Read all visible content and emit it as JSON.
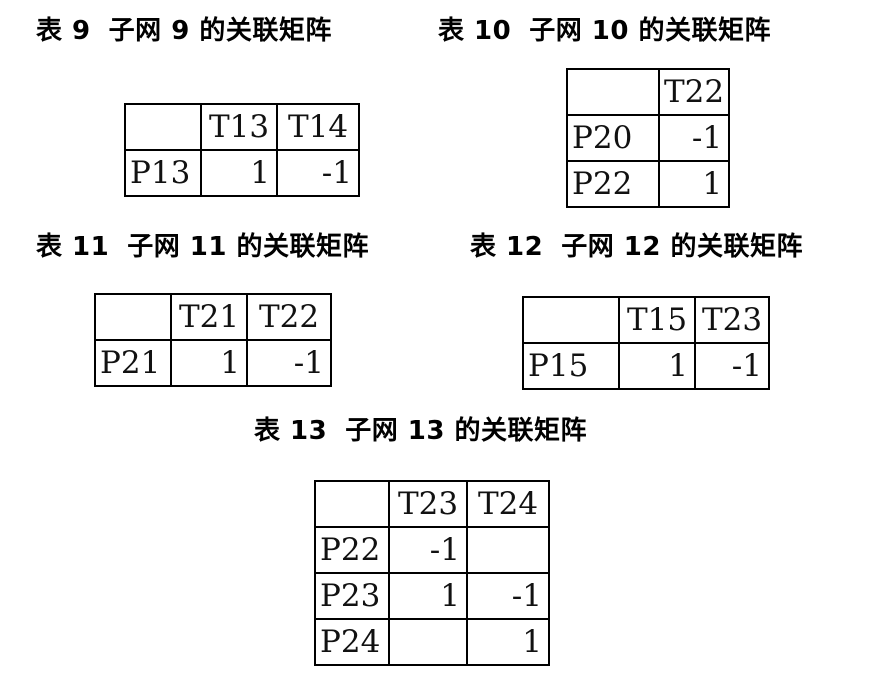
{
  "tables": [
    {
      "caption_label": "表 9",
      "caption_text": "子网 9 的关联矩阵",
      "columns": [
        "T13",
        "T14"
      ],
      "rows": [
        {
          "label": "P13",
          "values": [
            "1",
            "-1"
          ]
        }
      ]
    },
    {
      "caption_label": "表 10",
      "caption_text": "子网 10 的关联矩阵",
      "columns": [
        "T22"
      ],
      "rows": [
        {
          "label": "P20",
          "values": [
            "-1"
          ]
        },
        {
          "label": "P22",
          "values": [
            "1"
          ]
        }
      ]
    },
    {
      "caption_label": "表 11",
      "caption_text": "子网 11 的关联矩阵",
      "columns": [
        "T21",
        "T22"
      ],
      "rows": [
        {
          "label": "P21",
          "values": [
            "1",
            "-1"
          ]
        }
      ]
    },
    {
      "caption_label": "表 12",
      "caption_text": "子网 12 的关联矩阵",
      "columns": [
        "T15",
        "T23"
      ],
      "rows": [
        {
          "label": "P15",
          "values": [
            "1",
            "-1"
          ]
        }
      ]
    },
    {
      "caption_label": "表 13",
      "caption_text": "子网 13 的关联矩阵",
      "columns": [
        "T23",
        "T24"
      ],
      "rows": [
        {
          "label": "P22",
          "values": [
            "-1",
            ""
          ]
        },
        {
          "label": "P23",
          "values": [
            "1",
            "-1"
          ]
        },
        {
          "label": "P24",
          "values": [
            "",
            "1"
          ]
        }
      ]
    }
  ]
}
